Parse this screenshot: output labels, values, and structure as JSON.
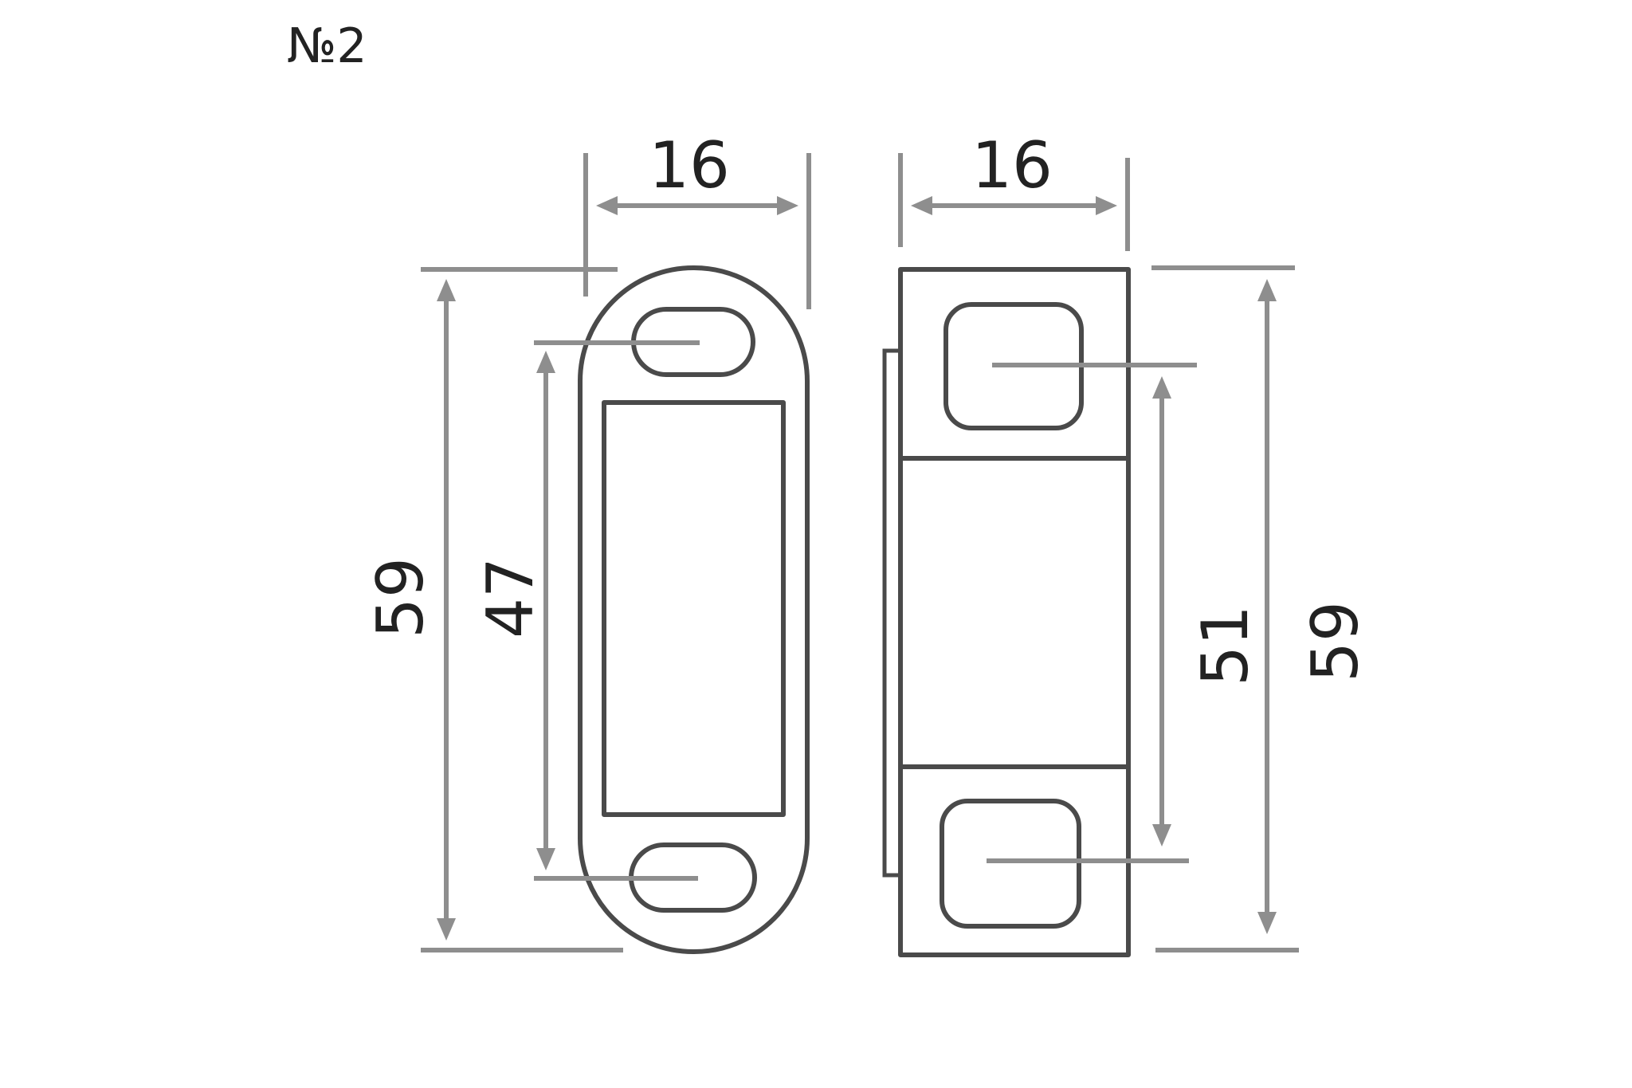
{
  "drawing": {
    "label": "№2",
    "dimensions": {
      "left_width": "16",
      "right_width": "16",
      "left_height_total": "59",
      "left_hole_spacing": "47",
      "right_hole_spacing": "51",
      "right_height_total": "59"
    },
    "colors": {
      "outline": "#4a4a4a",
      "dimension_line": "#8e8e8e",
      "text": "#222222",
      "background": "#ffffff"
    }
  }
}
